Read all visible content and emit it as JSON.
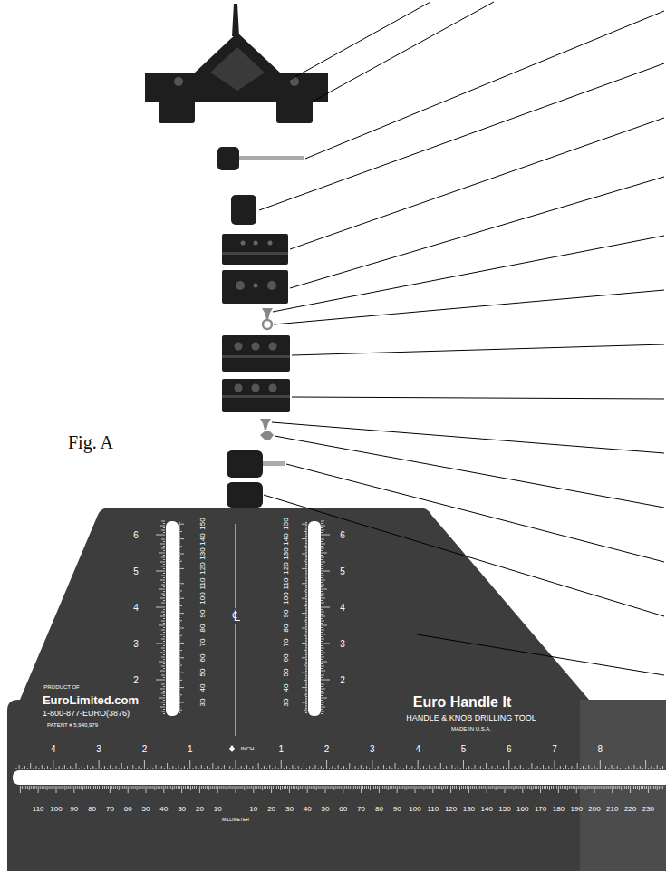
{
  "diagram": {
    "labels": [
      "Fig. A",
      "PRODUCT OF",
      "EuroLimited.com",
      "1-800-877-EURO(3876)",
      "PATENT # 5,940,979",
      "Euro Handle It",
      "HANDLE & KNOB DRILLING TOOL",
      "MADE IN U.S.A.",
      "℄",
      "150",
      "140",
      "130",
      "120",
      "110",
      "100",
      "90",
      "80",
      "70",
      "60",
      "50",
      "40",
      "30",
      "150",
      "140",
      "130",
      "120",
      "110",
      "100",
      "90",
      "80",
      "70",
      "60",
      "50",
      "40",
      "30",
      "6",
      "5",
      "4",
      "3",
      "2",
      "6",
      "5",
      "4",
      "3",
      "2",
      "4",
      "3",
      "2",
      "1",
      "INCH",
      "1",
      "2",
      "3",
      "4",
      "5",
      "6",
      "7",
      "8",
      "110",
      "100",
      "90",
      "80",
      "70",
      "60",
      "50",
      "40",
      "30",
      "20",
      "10",
      "MILLIMETER",
      "10",
      "20",
      "30",
      "40",
      "50",
      "60",
      "70",
      "80",
      "90",
      "100",
      "110",
      "120",
      "130",
      "140",
      "150",
      "160",
      "170",
      "180",
      "190",
      "200",
      "210",
      "220",
      "230"
    ]
  }
}
